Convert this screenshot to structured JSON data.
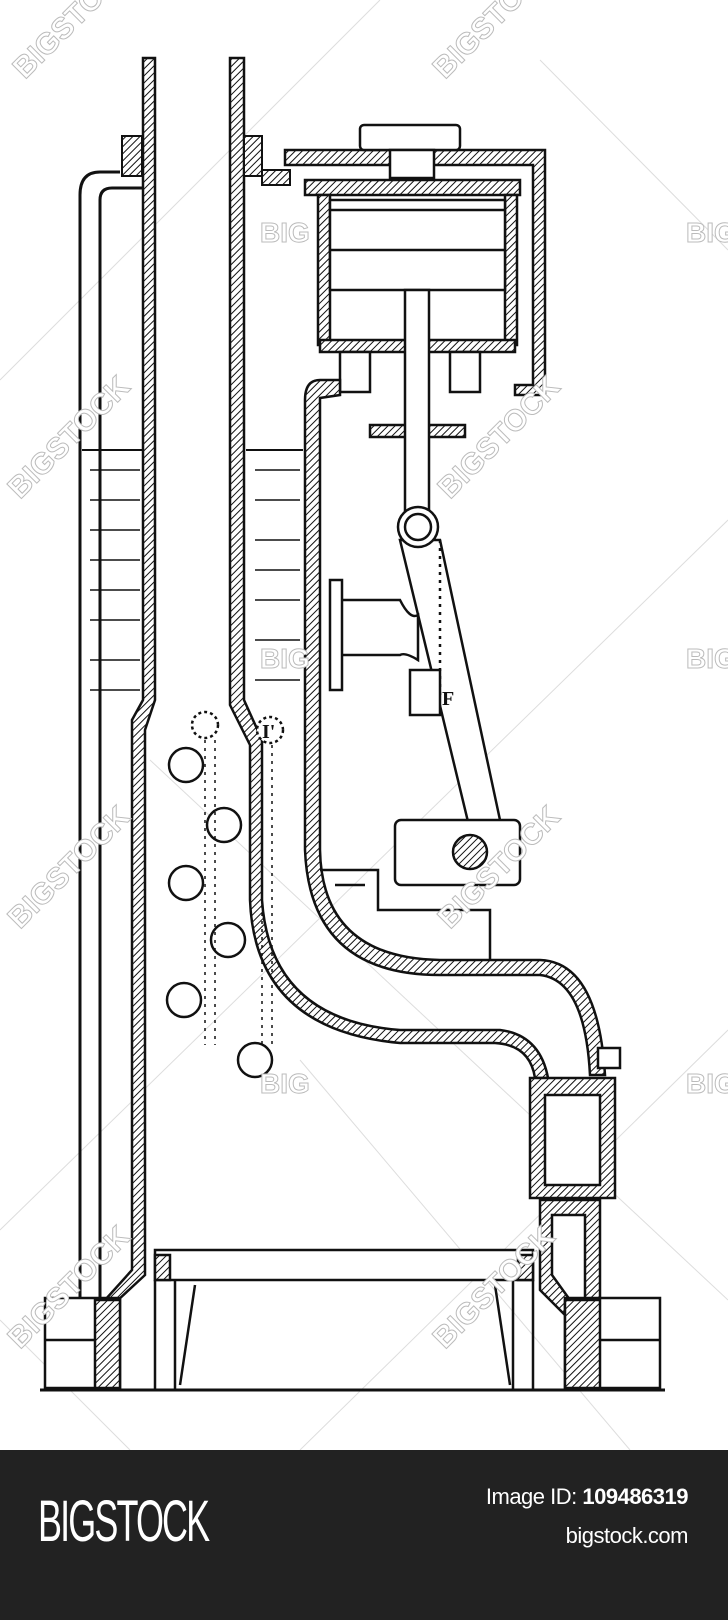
{
  "diagram": {
    "labels": {
      "i_prime": "I'",
      "f": "F"
    },
    "watermarks": {
      "full": "BIGSTOCK",
      "short": "BIG"
    }
  },
  "footer": {
    "logo": "BIGSTOCK",
    "image_id_label": "Image ID:",
    "image_id": "109486319",
    "site": "bigstock.com"
  },
  "colors": {
    "ink": "#111111",
    "footer_bg": "#222222",
    "watermark": "#bbbbbb"
  }
}
